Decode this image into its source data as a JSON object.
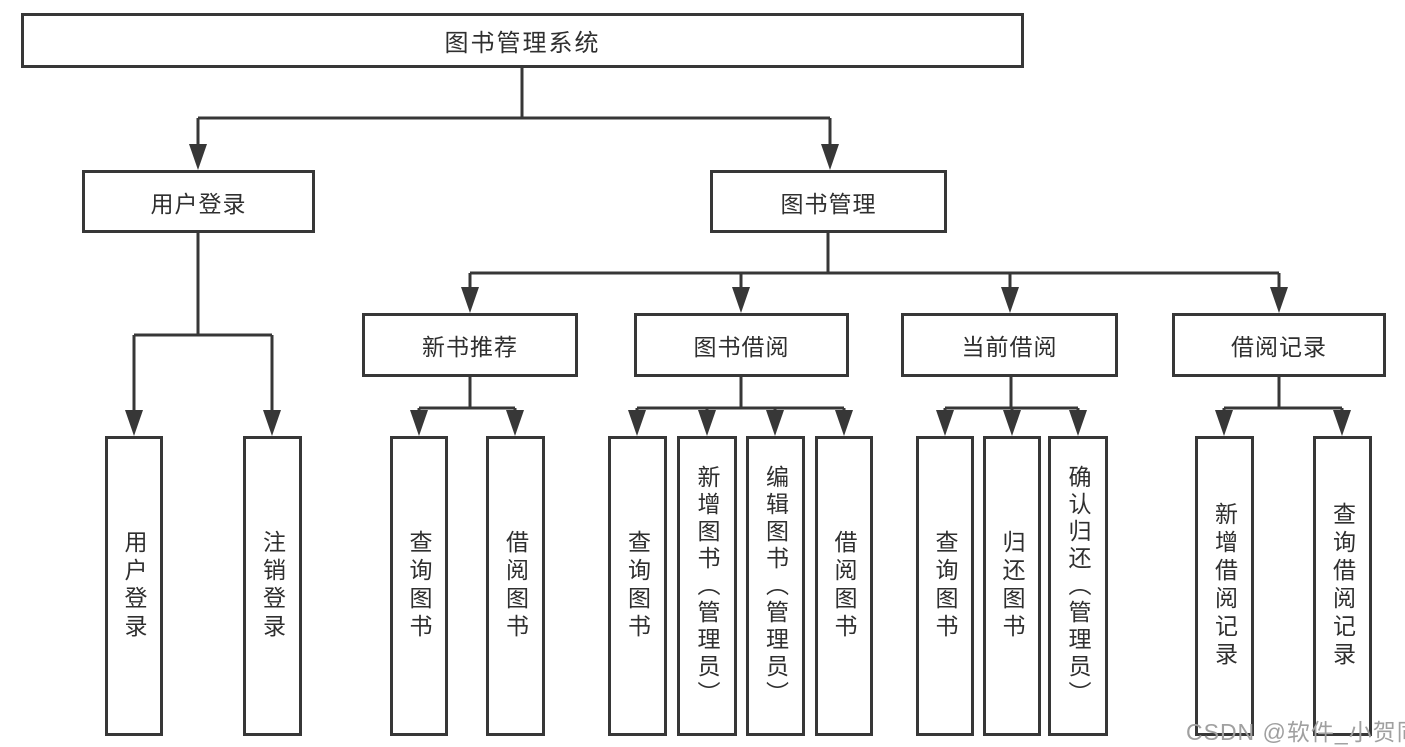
{
  "colors": {
    "line": "#373737",
    "text": "#2f2f2f",
    "watermark": "#a0a0a0",
    "background": "#ffffff"
  },
  "watermark": "CSDN @软件_小贺同学",
  "diagram": {
    "root": {
      "label": "图书管理系统"
    },
    "level2": [
      {
        "label": "用户登录"
      },
      {
        "label": "图书管理"
      }
    ],
    "level3": [
      {
        "label": "新书推荐",
        "parent": "图书管理"
      },
      {
        "label": "图书借阅",
        "parent": "图书管理"
      },
      {
        "label": "当前借阅",
        "parent": "图书管理"
      },
      {
        "label": "借阅记录",
        "parent": "图书管理"
      }
    ],
    "leaves": [
      {
        "label": "用户登录",
        "parent": "用户登录"
      },
      {
        "label": "注销登录",
        "parent": "用户登录"
      },
      {
        "label": "查询图书",
        "parent": "新书推荐"
      },
      {
        "label": "借阅图书",
        "parent": "新书推荐"
      },
      {
        "label": "查询图书",
        "parent": "图书借阅"
      },
      {
        "label": "新增图书（管理员）",
        "parent": "图书借阅"
      },
      {
        "label": "编辑图书（管理员）",
        "parent": "图书借阅"
      },
      {
        "label": "借阅图书",
        "parent": "图书借阅"
      },
      {
        "label": "查询图书",
        "parent": "当前借阅"
      },
      {
        "label": "归还图书",
        "parent": "当前借阅"
      },
      {
        "label": "确认归还（管理员）",
        "parent": "当前借阅"
      },
      {
        "label": "新增借阅记录",
        "parent": "借阅记录"
      },
      {
        "label": "查询借阅记录",
        "parent": "借阅记录"
      }
    ]
  }
}
